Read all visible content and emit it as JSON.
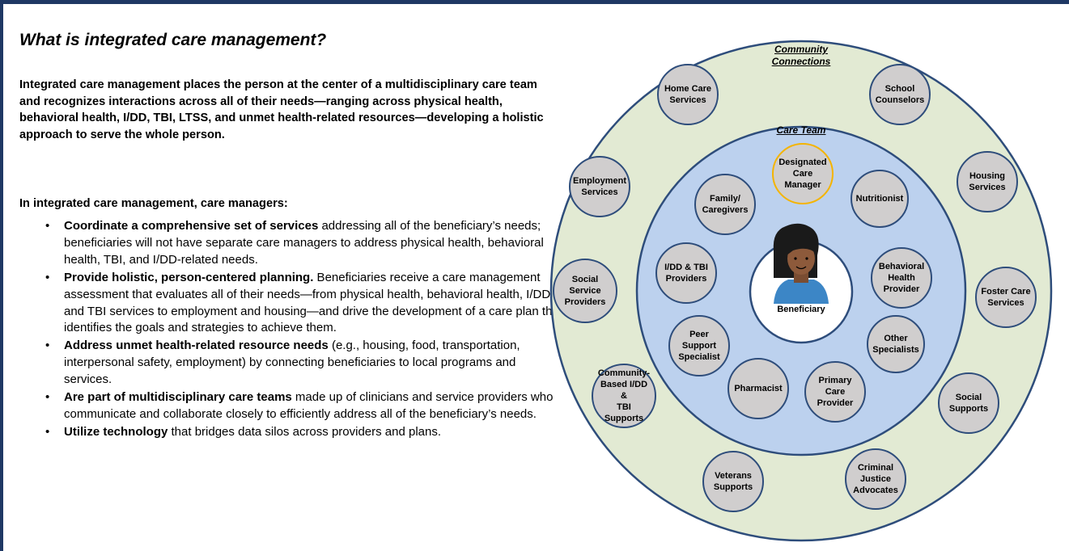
{
  "heading": "What is integrated care management?",
  "intro": "Integrated care management places the person at the center of a multidisciplinary care team and recognizes interactions across all of their needs—ranging across physical health, behavioral health, I/DD, TBI, LTSS, and unmet health-related resources—developing a holistic approach to serve the whole person.",
  "lead": "In integrated care management, care managers:",
  "bullets": [
    {
      "bold": "Coordinate a comprehensive set of services",
      "text": " addressing all of the beneficiary’s needs; beneficiaries will not have separate care managers to address physical health, behavioral health, TBI, and I/DD-related needs."
    },
    {
      "bold": "Provide holistic, person-centered planning.",
      "text": " Beneficiaries receive a care management assessment that evaluates all of their needs—from physical health, behavioral health, I/DD, and TBI services to employment and housing—and drive the development of a care plan that identifies the goals and strategies to achieve them."
    },
    {
      "bold": "Address unmet health-related resource needs",
      "text": " (e.g., housing, food, transportation, interpersonal safety, employment) by connecting beneficiaries to local programs and services."
    },
    {
      "bold": "Are part of multidisciplinary care teams",
      "text": " made up of clinicians and service providers who communicate and collaborate closely to efficiently address all of the beneficiary’s needs."
    },
    {
      "bold": "Utilize technology",
      "text": " that bridges data silos across providers and plans."
    }
  ],
  "diagram": {
    "outer_label": "Community\nConnections",
    "inner_label": "Care Team",
    "center_label": "Beneficiary",
    "community": [
      "Home Care\nServices",
      "School\nCounselors",
      "Housing\nServices",
      "Foster Care\nServices",
      "Social\nSupports",
      "Criminal\nJustice\nAdvocates",
      "Veterans\nSupports",
      "Community-\nBased I/DD &\nTBI Supports",
      "Social Service\nProviders",
      "Employment\nServices"
    ],
    "care_team": [
      "Designated\nCare\nManager",
      "Nutritionist",
      "Behavioral\nHealth\nProvider",
      "Other\nSpecialists",
      "Primary\nCare\nProvider",
      "Pharmacist",
      "Peer\nSupport\nSpecialist",
      "I/DD & TBI\nProviders",
      "Family/\nCaregivers"
    ],
    "colors": {
      "outer_fill": "#e2ead3",
      "inner_fill": "#bcd1ee",
      "node_fill": "#d0cece",
      "border": "#2e4d7b",
      "highlight": "#f4b400"
    }
  }
}
